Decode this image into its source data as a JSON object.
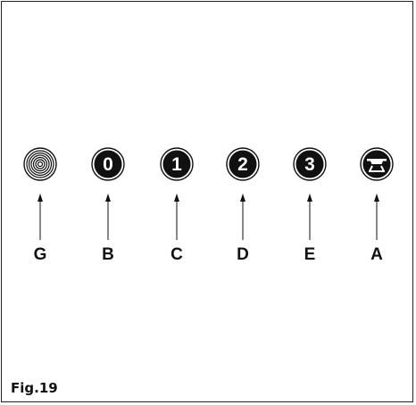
{
  "figure": {
    "caption": "Fig.19"
  },
  "buttons": [
    {
      "letter": "G",
      "symbol": "",
      "icon": "spiral-knob-icon"
    },
    {
      "letter": "B",
      "symbol": "0",
      "icon": "number-button-icon"
    },
    {
      "letter": "C",
      "symbol": "1",
      "icon": "number-button-icon"
    },
    {
      "letter": "D",
      "symbol": "2",
      "icon": "number-button-icon"
    },
    {
      "letter": "E",
      "symbol": "3",
      "icon": "number-button-icon"
    },
    {
      "letter": "A",
      "symbol": "",
      "icon": "lamp-icon"
    }
  ],
  "colors": {
    "button_fill": "#111111",
    "ring": "#111111",
    "glyph": "#ffffff"
  }
}
